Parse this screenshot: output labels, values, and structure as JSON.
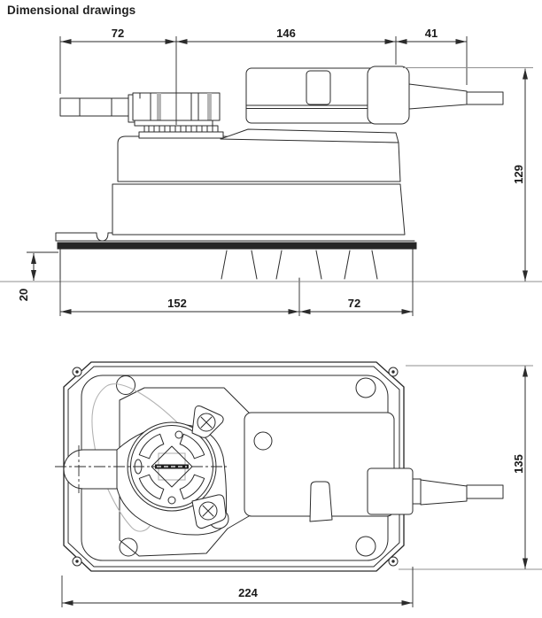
{
  "page": {
    "title": "Dimensional drawings"
  },
  "side_view": {
    "dims": {
      "top_left": "72",
      "top_mid": "146",
      "top_right": "41",
      "height": "129",
      "base_height": "20",
      "bottom_left": "152",
      "bottom_right": "72"
    }
  },
  "top_view": {
    "dims": {
      "height": "135",
      "width": "224"
    }
  },
  "colors": {
    "line": "#2b2b2b",
    "rail_gray": "#8f8f8f",
    "light_gray": "#b3b3b3",
    "text": "#1a1a1a",
    "background": "#ffffff"
  }
}
